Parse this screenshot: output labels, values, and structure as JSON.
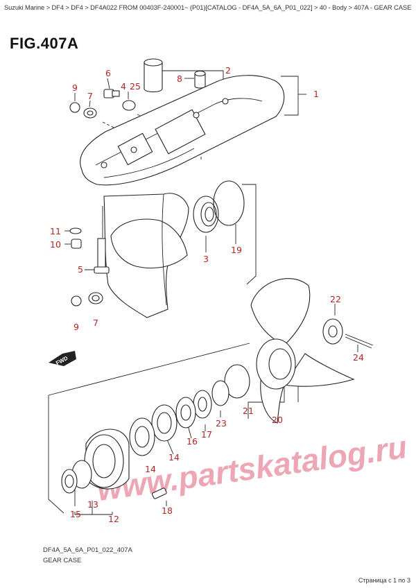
{
  "breadcrumb": "Suzuki Marine > DF4 > DF4 > DF4A022 FROM 00403F-240001~ (P01)[CATALOG - DF4A_5A_6A_P01_022] > 40 - Body > 407A - GEAR CASE",
  "figure_title": "FIG.407A",
  "watermark": "www.partskatalog.ru",
  "fwd_label": "FWD",
  "callouts": [
    "1",
    "2",
    "3",
    "4",
    "25",
    "5",
    "6",
    "7",
    "7",
    "8",
    "9",
    "9",
    "10",
    "11",
    "12",
    "13",
    "14",
    "14",
    "15",
    "16",
    "17",
    "18",
    "19",
    "20",
    "21",
    "22",
    "23",
    "24"
  ],
  "drawing_code": "DF4A_5A_6A_P01_022_407A",
  "caption": "GEAR CASE",
  "pager": "Страница с 1 по 3"
}
